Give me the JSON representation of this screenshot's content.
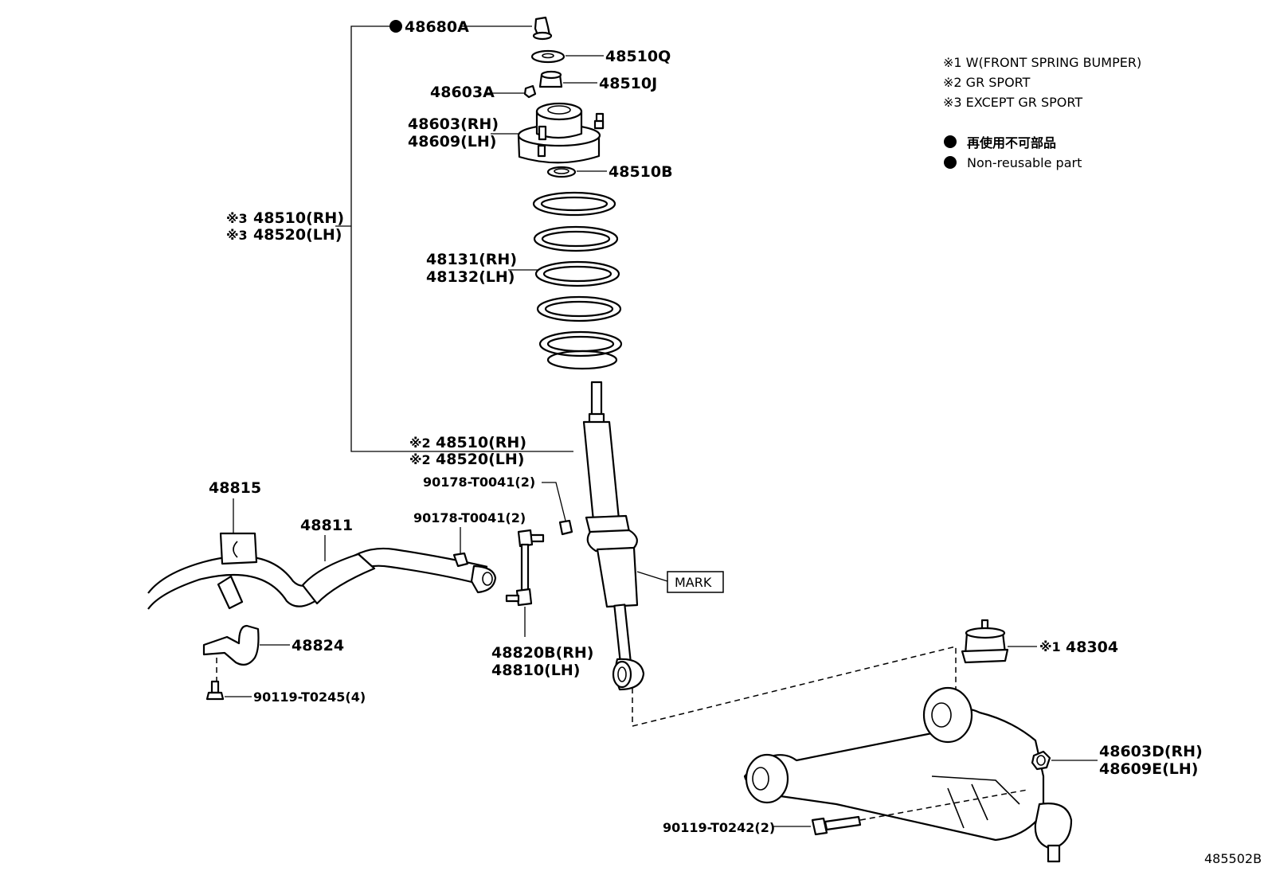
{
  "legend": {
    "notes": [
      "※1 W(FRONT SPRING BUMPER)",
      "※2 GR SPORT",
      "※3 EXCEPT GR SPORT"
    ],
    "non_reusable_ja": "再使用不可部品",
    "non_reusable_en": "Non-reusable part"
  },
  "parts": {
    "p48680A": "48680A",
    "p48510Q": "48510Q",
    "p48510J": "48510J",
    "p48603A": "48603A",
    "p48603_rh": "48603(RH)",
    "p48609_lh": "48609(LH)",
    "p48510B": "48510B",
    "p48131_rh": "48131(RH)",
    "p48132_lh": "48132(LH)",
    "assy3_mark_rh": "※3",
    "assy3_rh": "48510(RH)",
    "assy3_mark_lh": "※3",
    "assy3_lh": "48520(LH)",
    "assy2_mark_rh": "※2",
    "assy2_rh": "48510(RH)",
    "assy2_mark_lh": "※2",
    "assy2_lh": "48520(LH)",
    "p90178_upper": "90178-T0041(2)",
    "p90178_lower": "90178-T0041(2)",
    "mark": "MARK",
    "p48815": "48815",
    "p48811": "48811",
    "p48824": "48824",
    "p90119_T0245": "90119-T0245(4)",
    "p48820B_rh": "48820B(RH)",
    "p48810_lh": "48810(LH)",
    "bumper_mark": "※1",
    "p48304": "48304",
    "p48603D_rh": "48603D(RH)",
    "p48609E_lh": "48609E(LH)",
    "p90119_T0242": "90119-T0242(2)"
  },
  "figure_id": "485502B"
}
